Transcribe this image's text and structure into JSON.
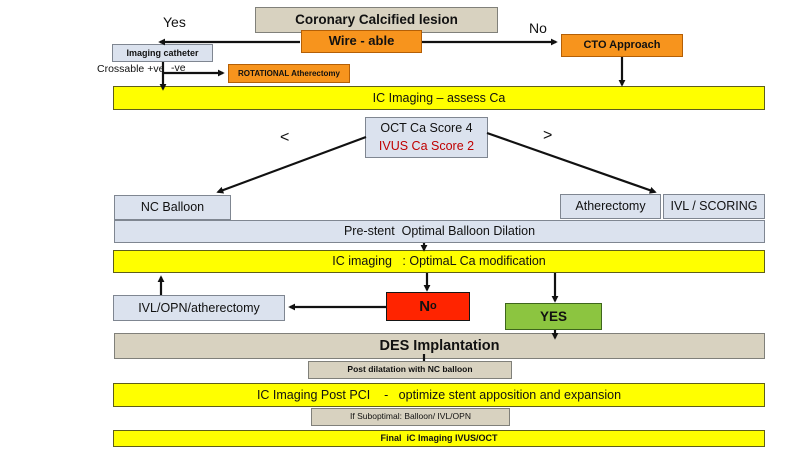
{
  "palette": {
    "tan_fill": "#d8d2c0",
    "tan_border": "#80807a",
    "orange_fill": "#f7941d",
    "orange_border": "#b45f06",
    "yellow_fill": "#ffff00",
    "yellow_border": "#5f5f1a",
    "blue_fill": "#dbe2ee",
    "blue_border": "#7f8691",
    "red_fill": "#ff2400",
    "green_fill": "#8cc540",
    "green_border": "#3e661c",
    "red_text": "#c00000"
  },
  "nodes": {
    "title": "Coronary Calcified lesion",
    "wire_able": "Wire - able",
    "yes_label": "Yes",
    "no_label": "No",
    "imaging_catheter": "Imaging catheter",
    "crossable_pos": "Crossable +ve",
    "crossable_neg": "-ve",
    "rotational": "ROTATIONAL Atherectomy",
    "cto": "CTO Approach",
    "assess_ca": "IC Imaging – assess Ca",
    "oct_score": "OCT Ca Score 4",
    "ivus_score": "IVUS Ca Score 2",
    "less_than": "<",
    "greater_than": ">",
    "nc_balloon": "NC Balloon",
    "atherectomy": "Atherectomy",
    "ivl_scoring": "IVL / SCORING",
    "pre_stent": "Pre-stent  Optimal Balloon Dilation",
    "optimal_mod": "IC imaging   : OptimaL Ca modification",
    "ivl_opn": "IVL/OPN/atherectomy",
    "no_box": {
      "main": "N",
      "sub": "o"
    },
    "yes_box": "YES",
    "des": "DES Implantation",
    "post_dilatation": "Post dilatation with NC balloon",
    "post_pci": "IC Imaging Post PCI    -   optimize stent apposition and expansion",
    "if_suboptimal": "If Suboptimal: Balloon/ IVL/OPN",
    "final_imaging": "Final  iC Imaging IVUS/OCT"
  }
}
